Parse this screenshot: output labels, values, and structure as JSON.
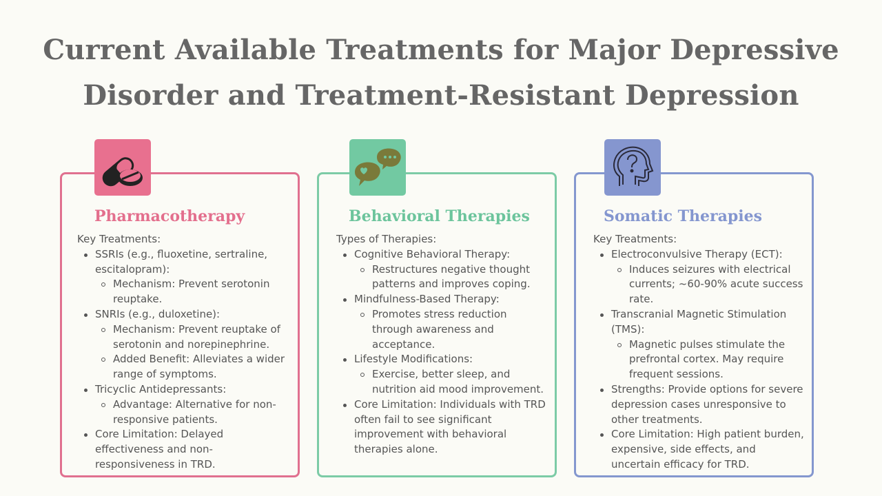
{
  "title": {
    "line1": "Current Available Treatments for Major Depressive",
    "line2": "Disorder and Treatment-Resistant Depression"
  },
  "cards": [
    {
      "heading": "Pharmacotherapy",
      "icon": "pills-icon",
      "color": "#e36f8d",
      "intro": "Key Treatments:",
      "items": [
        {
          "text": "SSRIs (e.g., fluoxetine, sertraline, escitalopram):",
          "sub": [
            "Mechanism: Prevent serotonin reuptake."
          ]
        },
        {
          "text": "SNRIs (e.g., duloxetine):",
          "sub": [
            "Mechanism: Prevent reuptake of serotonin and norepinephrine.",
            "Added Benefit: Alleviates a wider range of symptoms."
          ]
        },
        {
          "text": "Tricyclic Antidepressants:",
          "sub": [
            "Advantage: Alternative for non-responsive patients."
          ]
        },
        {
          "text": "Core Limitation: Delayed effectiveness and non-responsiveness in TRD."
        }
      ]
    },
    {
      "heading": "Behavioral Therapies",
      "icon": "speech-bubbles-icon",
      "color": "#6cc49c",
      "intro": "Types of Therapies:",
      "items": [
        {
          "text": "Cognitive Behavioral Therapy:",
          "sub": [
            "Restructures negative thought patterns and improves coping."
          ]
        },
        {
          "text": "Mindfulness-Based Therapy:",
          "sub": [
            "Promotes stress reduction through awareness and acceptance."
          ]
        },
        {
          "text": "Lifestyle Modifications:",
          "sub": [
            "Exercise, better sleep, and nutrition aid mood improvement."
          ]
        },
        {
          "text": "Core Limitation: Individuals with TRD often fail to see significant improvement with behavioral therapies alone."
        }
      ]
    },
    {
      "heading": "Somatic Therapies",
      "icon": "head-brain-icon",
      "color": "#8496cf",
      "intro": "Key Treatments:",
      "items": [
        {
          "text": "Electroconvulsive Therapy (ECT):",
          "sub": [
            "Induces seizures with electrical currents; ~60-90% acute success rate."
          ]
        },
        {
          "text": "Transcranial Magnetic Stimulation (TMS):",
          "sub": [
            "Magnetic pulses stimulate the prefrontal cortex. May require frequent sessions."
          ]
        },
        {
          "text": "Strengths: Provide options for severe depression cases unresponsive to other treatments."
        },
        {
          "text": "Core Limitation: High patient burden, expensive, side effects, and uncertain efficacy for TRD."
        }
      ]
    }
  ]
}
